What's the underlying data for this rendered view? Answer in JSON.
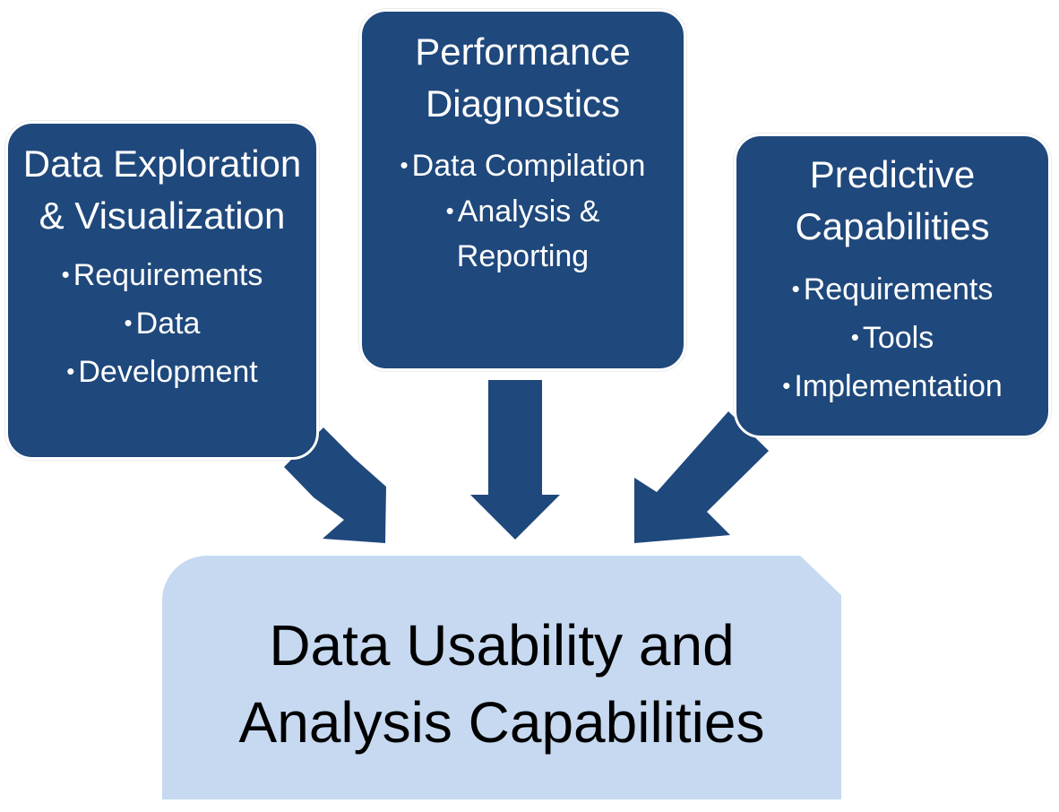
{
  "boxes": {
    "left": {
      "title": "Data Exploration & Visualization",
      "items": [
        "Requirements",
        "Data",
        "Development"
      ]
    },
    "center": {
      "title": "Performance Diagnostics",
      "items": [
        "Data Compilation",
        "Analysis & Reporting"
      ]
    },
    "right": {
      "title": "Predictive Capabilities",
      "items": [
        "Requirements",
        "Tools",
        "Implementation"
      ]
    }
  },
  "bottom": {
    "title": "Data Usability and Analysis Capabilities"
  },
  "bullet": "•",
  "colors": {
    "box_fill": "#1f487c",
    "box_text": "#ffffff",
    "arrow_fill": "#1f487c",
    "bottom_fill": "#c6d9f1",
    "bottom_text": "#000000"
  }
}
